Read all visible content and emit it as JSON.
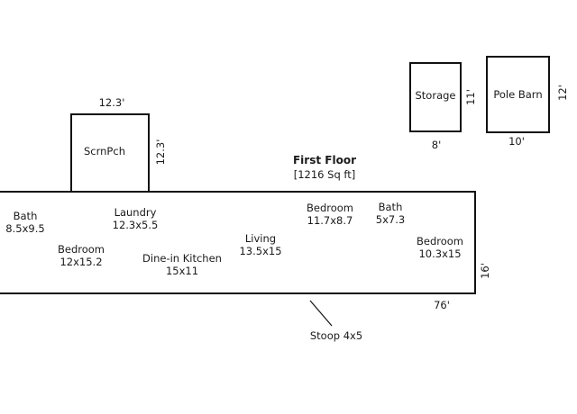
{
  "floor": {
    "title": "First Floor",
    "area": "[1216 Sq ft]"
  },
  "rooms": {
    "bath1": {
      "name": "Bath",
      "size": "8.5x9.5"
    },
    "bedroom1": {
      "name": "Bedroom",
      "size": "12x15.2"
    },
    "laundry": {
      "name": "Laundry",
      "size": "12.3x5.5"
    },
    "kitchen": {
      "name": "Dine-in Kitchen",
      "size": "15x11"
    },
    "living": {
      "name": "Living",
      "size": "13.5x15"
    },
    "bedroom2": {
      "name": "Bedroom",
      "size": "11.7x8.7"
    },
    "bath2": {
      "name": "Bath",
      "size": "5x7.3"
    },
    "bedroom3": {
      "name": "Bedroom",
      "size": "10.3x15"
    }
  },
  "screen_porch": {
    "name": "ScrnPch",
    "width_dim": "12.3'",
    "depth_dim": "12.3'"
  },
  "storage": {
    "name": "Storage",
    "width_dim": "8'",
    "depth_dim": "11'"
  },
  "pole_barn": {
    "name": "Pole Barn",
    "width_dim": "10'",
    "depth_dim": "12'"
  },
  "house": {
    "length_dim": "76'",
    "depth_dim": "16'"
  },
  "stoop": {
    "label": "Stoop 4x5"
  }
}
